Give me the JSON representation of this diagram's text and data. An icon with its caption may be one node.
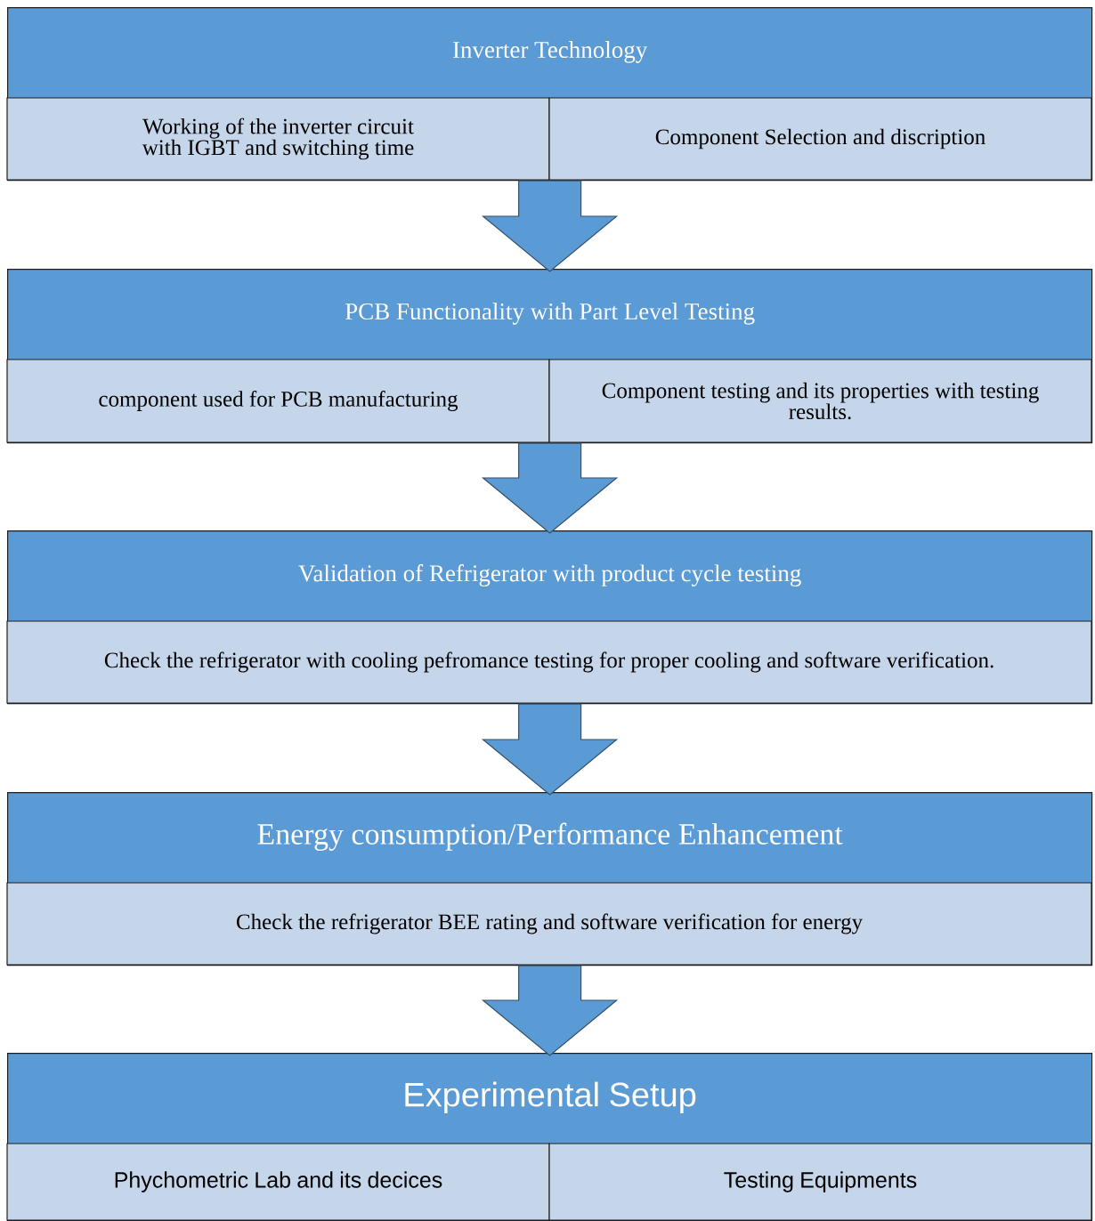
{
  "diagram": {
    "nodes": [
      {
        "text": [
          "Inverter Technology"
        ]
      },
      {
        "text": [
          "Working of the inverter circuit with IGBT and switching time"
        ],
        "in": 0
      },
      {
        "text": [
          "Component Selection and discription"
        ],
        "in": 0
      },
      {
        "text": [
          "PCB Functionality with  Part Level Testing"
        ]
      },
      {
        "text": [
          "component used for PCB manufacturing"
        ],
        "in": 3
      },
      {
        "text": [
          "Component testing and its properties with testing results."
        ],
        "in": 3
      },
      {
        "text": [
          "Validation of Refrigerator with product cycle testing"
        ]
      },
      {
        "text": [
          "Check the refrigerator with cooling pefromance testing for proper cooling and software verification."
        ],
        "in": 6
      },
      {
        "text": [
          "Energy consumption/Performance Enhancement"
        ]
      },
      {
        "text": [
          "Check the refrigerator BEE rating and software verification for energy"
        ],
        "in": 8
      },
      {
        "text": [
          "Experimental Setup"
        ]
      },
      {
        "text": [
          "Phychometric Lab and its decices"
        ],
        "in": 10
      },
      {
        "text": [
          "Testing Equipments"
        ],
        "in": 10
      }
    ],
    "edges": [
      {
        "from": 0,
        "to": 3,
        "arrow": "to"
      },
      {
        "from": 3,
        "to": 6,
        "arrow": "to"
      },
      {
        "from": 6,
        "to": 8,
        "arrow": "to"
      },
      {
        "from": 8,
        "to": 10,
        "arrow": "to"
      }
    ]
  }
}
